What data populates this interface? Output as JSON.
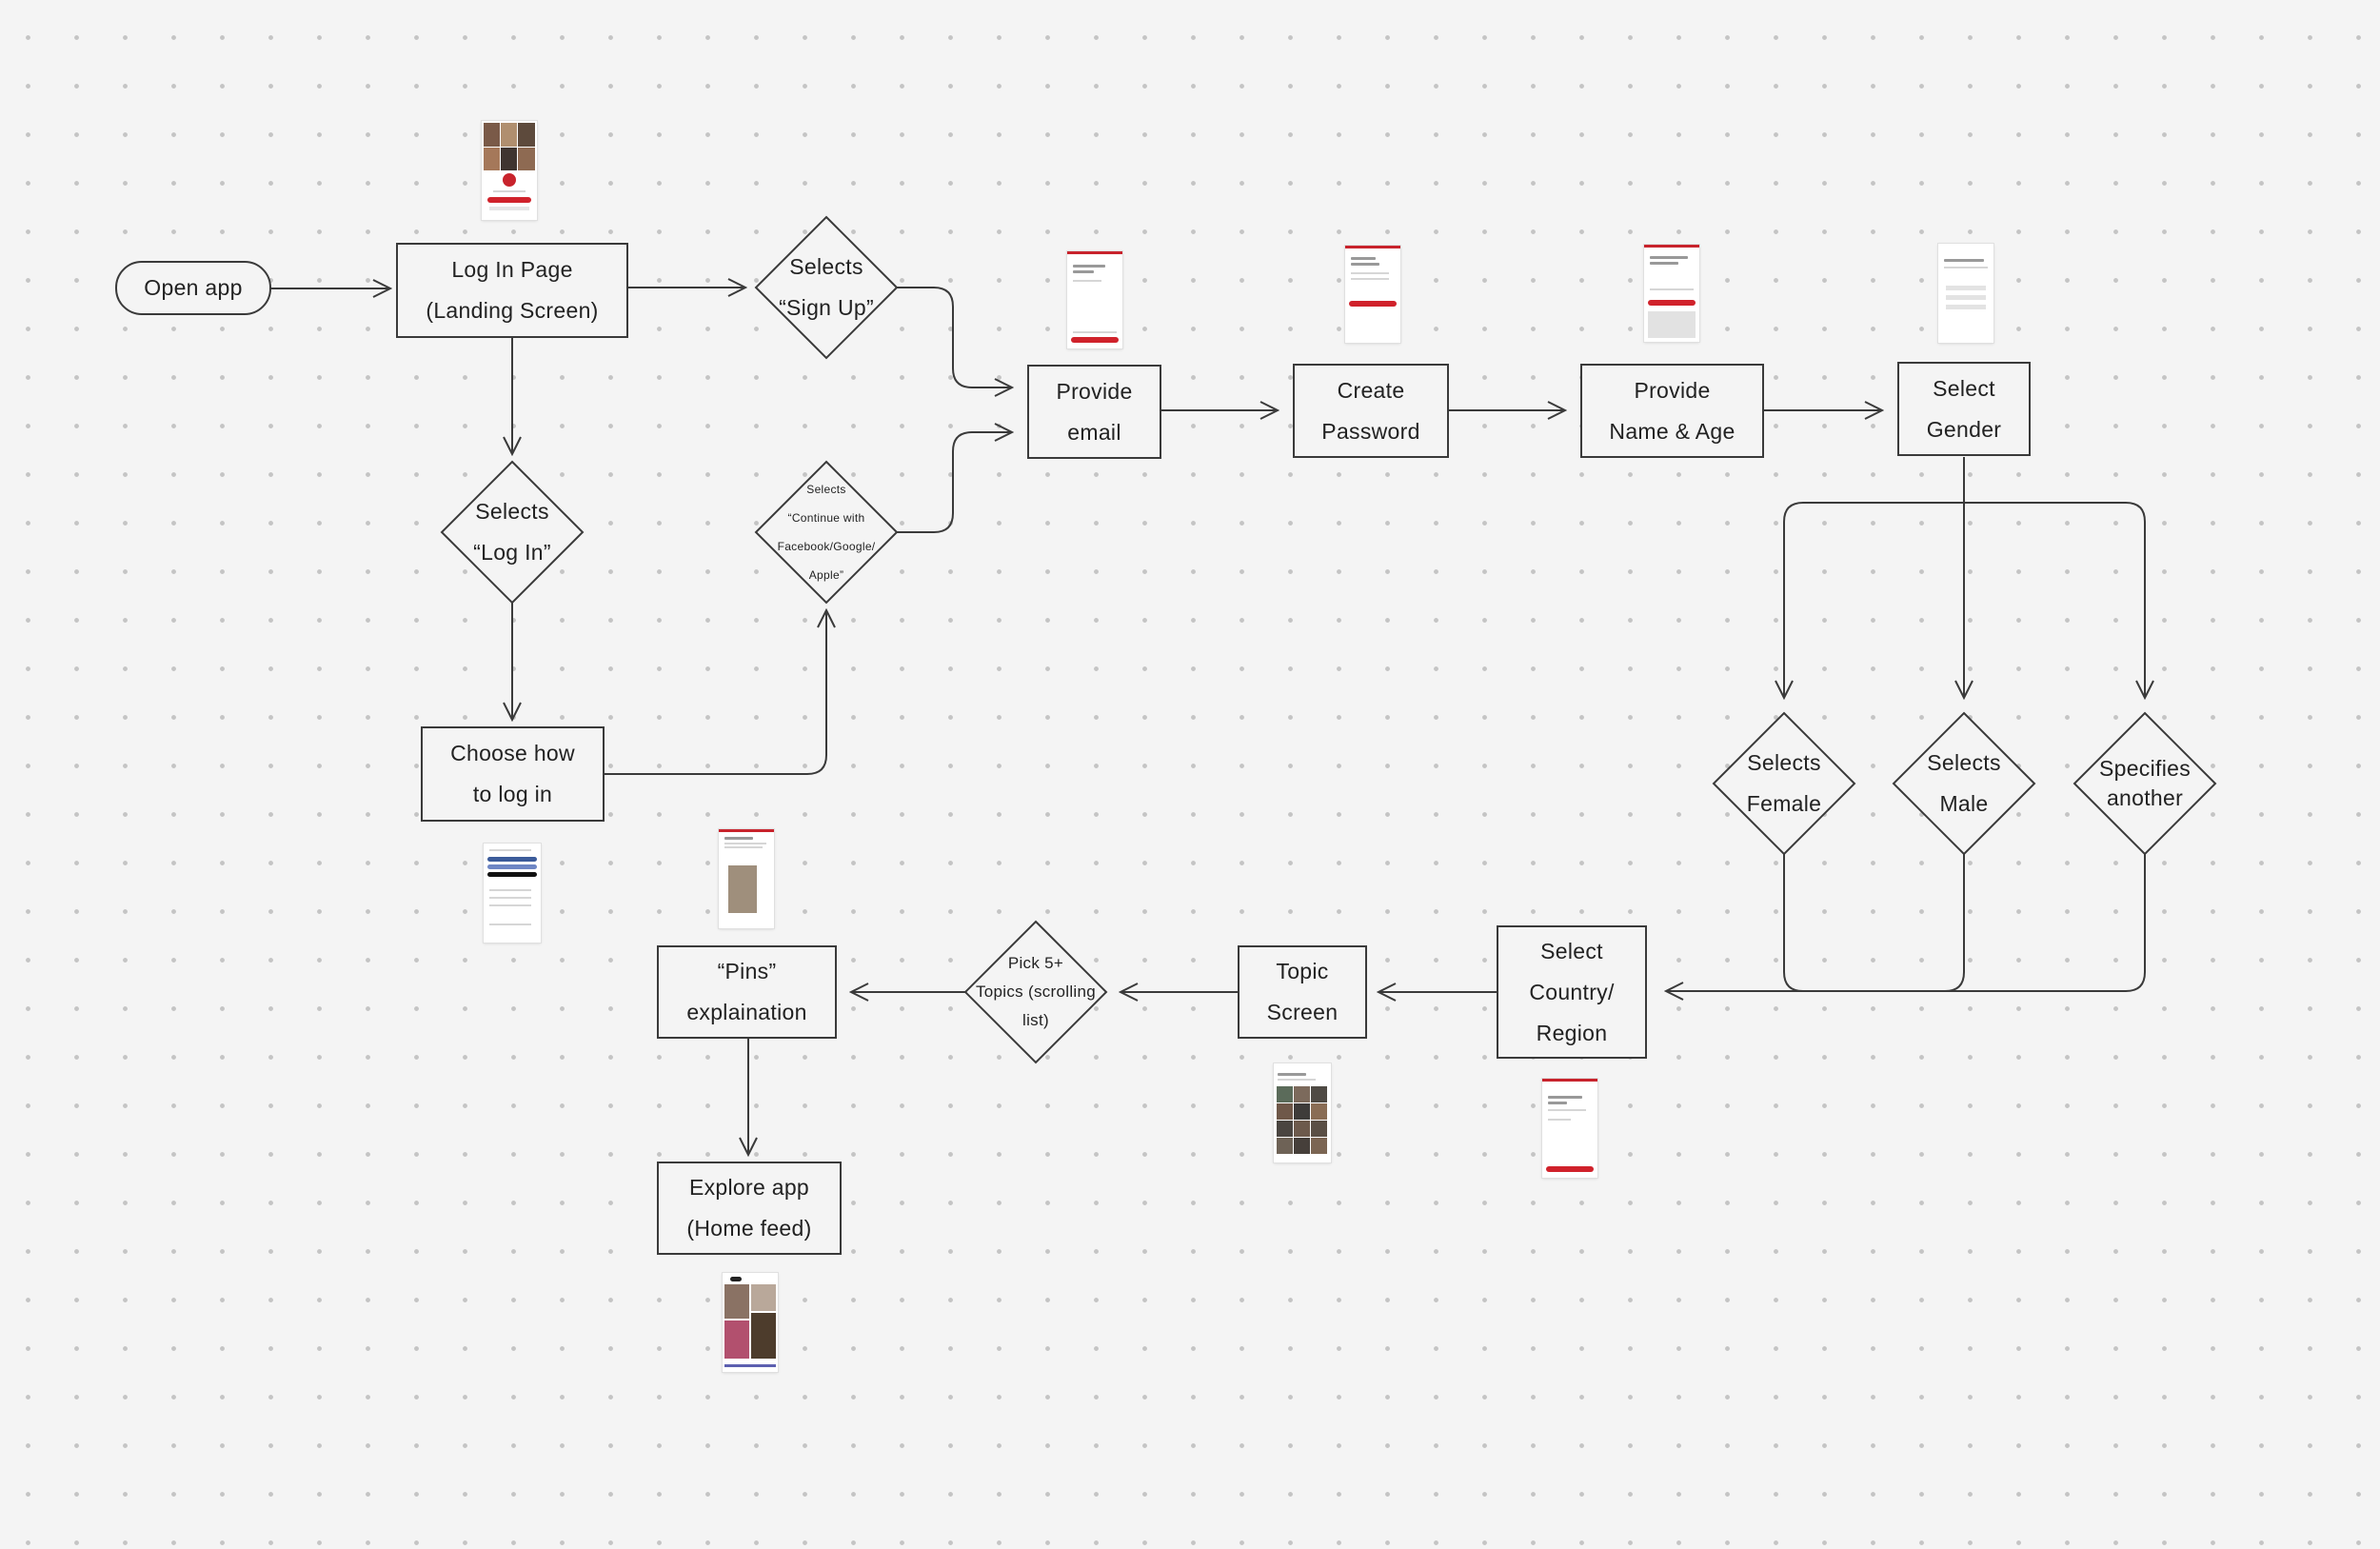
{
  "accent_color": "#c8232c",
  "line_color": "#3a3a3a",
  "nodes": {
    "open_app": "Open app",
    "login_page": [
      "Log In Page",
      "(Landing Screen)"
    ],
    "selects_signup": [
      "Selects",
      "“Sign Up”"
    ],
    "selects_login": [
      "Selects",
      "“Log In”"
    ],
    "choose_login": [
      "Choose how",
      "to log in"
    ],
    "continue_with": [
      "Selects",
      "“Continue with",
      "Facebook/Google/",
      "Apple”"
    ],
    "provide_email": [
      "Provide",
      "email"
    ],
    "create_password": [
      "Create",
      "Password"
    ],
    "provide_name_age": [
      "Provide",
      "Name & Age"
    ],
    "select_gender": [
      "Select",
      "Gender"
    ],
    "selects_female": [
      "Selects",
      "Female"
    ],
    "selects_male": [
      "Selects",
      "Male"
    ],
    "specifies_another": [
      "Specifies",
      "another"
    ],
    "select_country": [
      "Select",
      "Country/",
      "Region"
    ],
    "topic_screen": [
      "Topic",
      "Screen"
    ],
    "pick_topics": [
      "Pick 5+",
      "Topics (scrolling",
      "list)"
    ],
    "pins_explanation": [
      "“Pins”",
      "explaination"
    ],
    "explore_app": [
      "Explore app",
      "(Home feed)"
    ]
  }
}
